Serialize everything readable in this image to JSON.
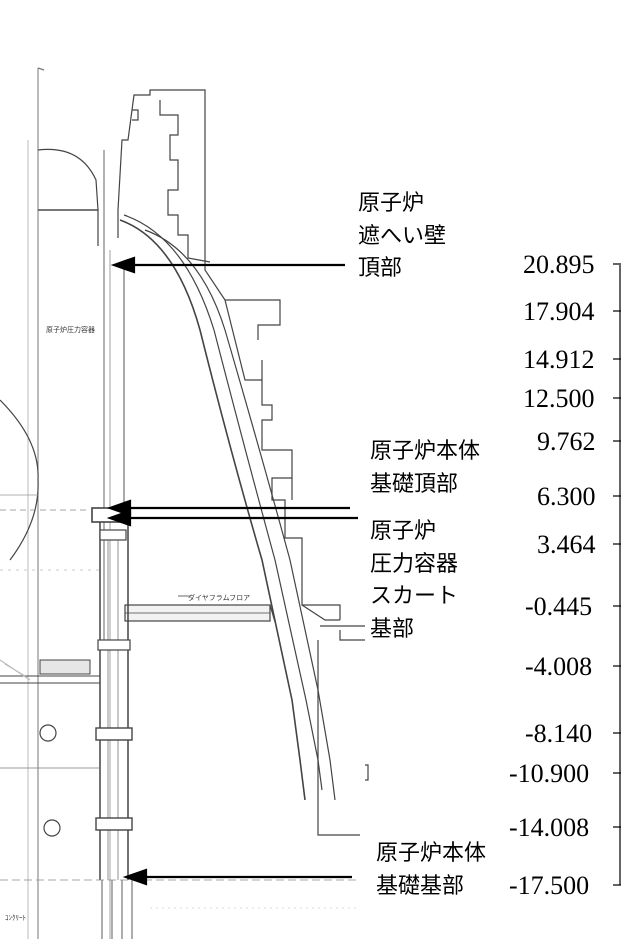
{
  "labels": {
    "rpv_shield_top": [
      "原子炉",
      "遮へい壁",
      "頂部"
    ],
    "pedestal_top": [
      "原子炉本体",
      "基礎頂部"
    ],
    "rpv_skirt_base": [
      "原子炉",
      "圧力容器",
      "スカート",
      "基部"
    ],
    "pedestal_base": [
      "原子炉本体",
      "基礎基部"
    ]
  },
  "drawing_text": {
    "vessel_note": "原子炉圧力容器",
    "floor_note": "ダイヤフラムフロア",
    "corner_note": "ｺﾝｸﾘｰﾄ"
  },
  "elevations": [
    "20.895",
    "17.904",
    "14.912",
    "12.500",
    "9.762",
    "6.300",
    "3.464",
    "-0.445",
    "-4.008",
    "-8.140",
    "-10.900",
    "-14.008",
    "-17.500"
  ],
  "colors": {
    "ink": "#000000",
    "drawing": "#444444",
    "faint": "#9a9a9a"
  }
}
